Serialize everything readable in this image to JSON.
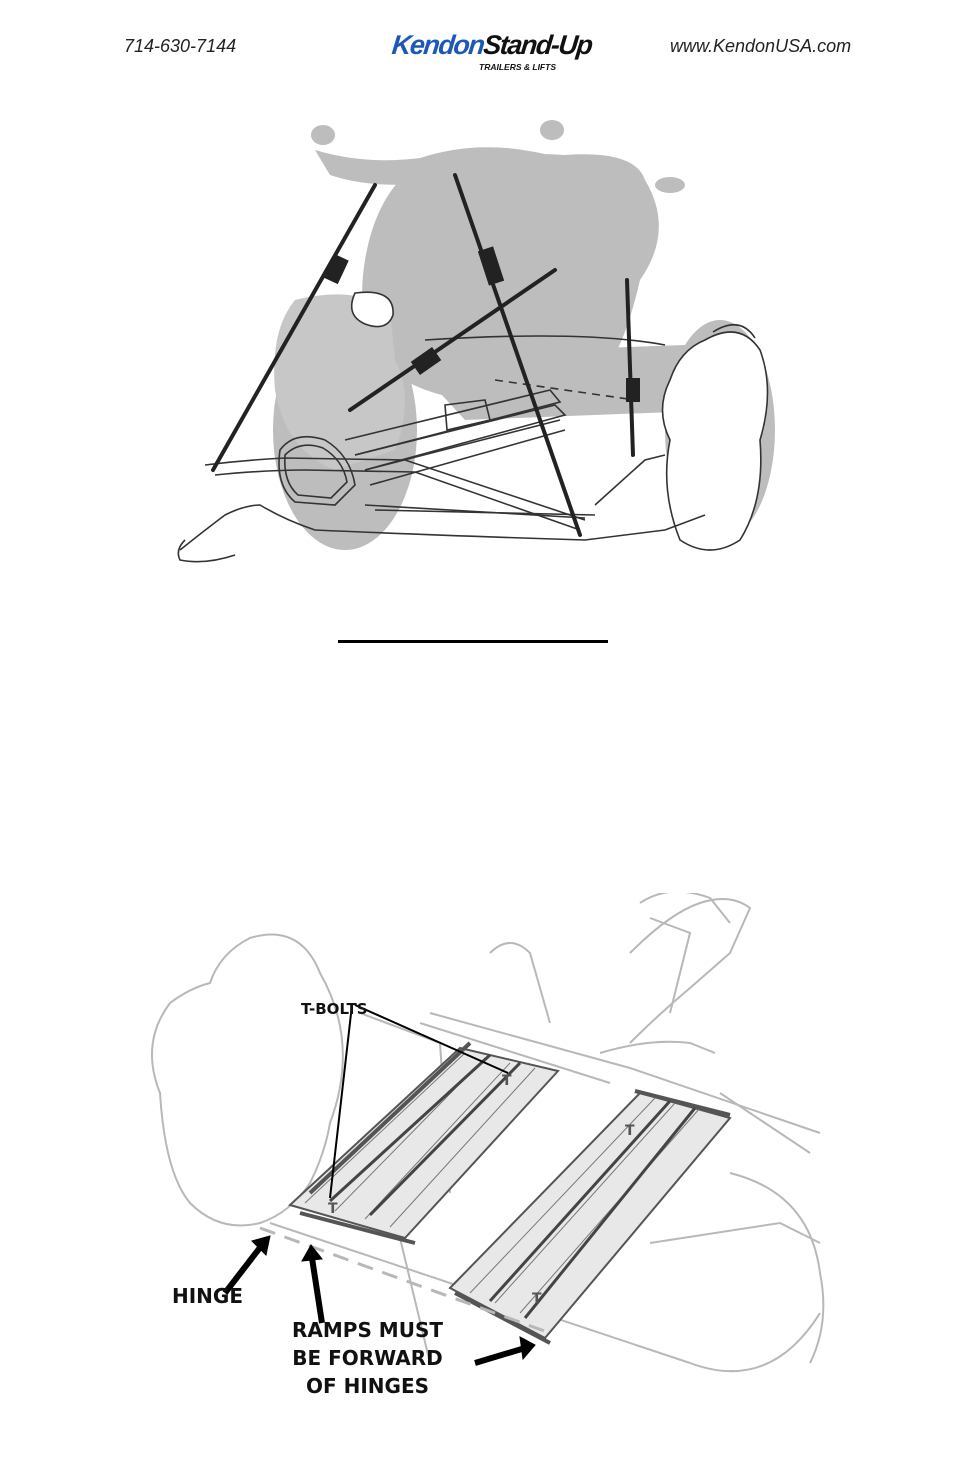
{
  "header": {
    "phone": "714-630-7144",
    "website": "www.KendonUSA.com",
    "logo": {
      "brand_part1": "Kendon",
      "brand_part2": "Stand-Up",
      "tagline": "TRAILERS & LIFTS",
      "brand_color": "#1d58b8"
    }
  },
  "figure2": {
    "callouts": {
      "tbolts": "T-BOLTS",
      "hinge": "HINGE",
      "ramps": "RAMPS MUST\nBE FORWARD\nOF HINGES"
    }
  }
}
